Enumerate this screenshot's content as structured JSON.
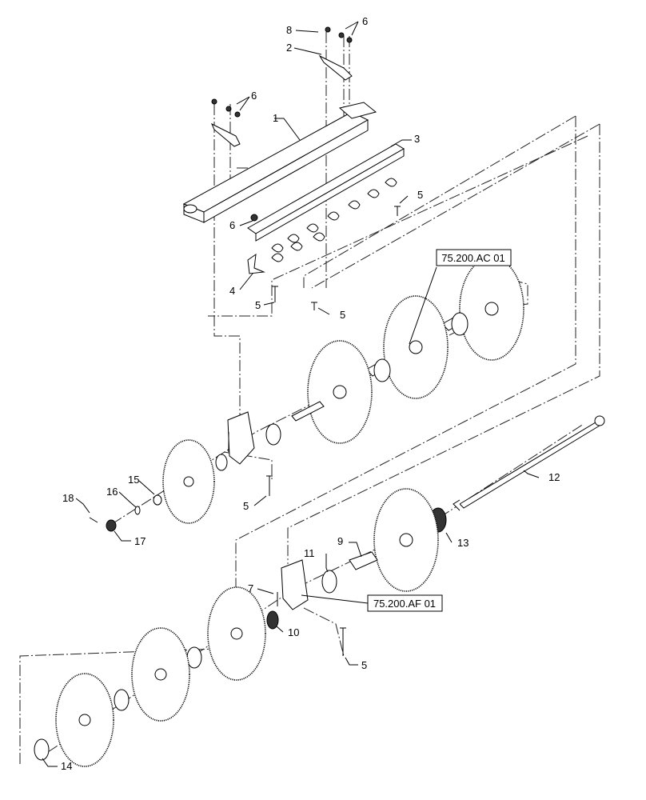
{
  "callouts": [
    {
      "id": "c1",
      "text": "1"
    },
    {
      "id": "c2",
      "text": "2"
    },
    {
      "id": "c3",
      "text": "3"
    },
    {
      "id": "c4",
      "text": "4"
    },
    {
      "id": "c5a",
      "text": "5"
    },
    {
      "id": "c5b",
      "text": "5"
    },
    {
      "id": "c5c",
      "text": "5"
    },
    {
      "id": "c5d",
      "text": "5"
    },
    {
      "id": "c5e",
      "text": "5"
    },
    {
      "id": "c6a",
      "text": "6"
    },
    {
      "id": "c6b",
      "text": "6"
    },
    {
      "id": "c6c",
      "text": "6"
    },
    {
      "id": "c7",
      "text": "7"
    },
    {
      "id": "c8",
      "text": "8"
    },
    {
      "id": "c9",
      "text": "9"
    },
    {
      "id": "c10",
      "text": "10"
    },
    {
      "id": "c11",
      "text": "11"
    },
    {
      "id": "c12",
      "text": "12"
    },
    {
      "id": "c13",
      "text": "13"
    },
    {
      "id": "c14",
      "text": "14"
    },
    {
      "id": "c15",
      "text": "15"
    },
    {
      "id": "c16",
      "text": "16"
    },
    {
      "id": "c17",
      "text": "17"
    },
    {
      "id": "c18",
      "text": "18"
    }
  ],
  "references": [
    {
      "id": "r1",
      "text": "75.200.AC 01"
    },
    {
      "id": "r2",
      "text": "75.200.AF 01"
    }
  ]
}
